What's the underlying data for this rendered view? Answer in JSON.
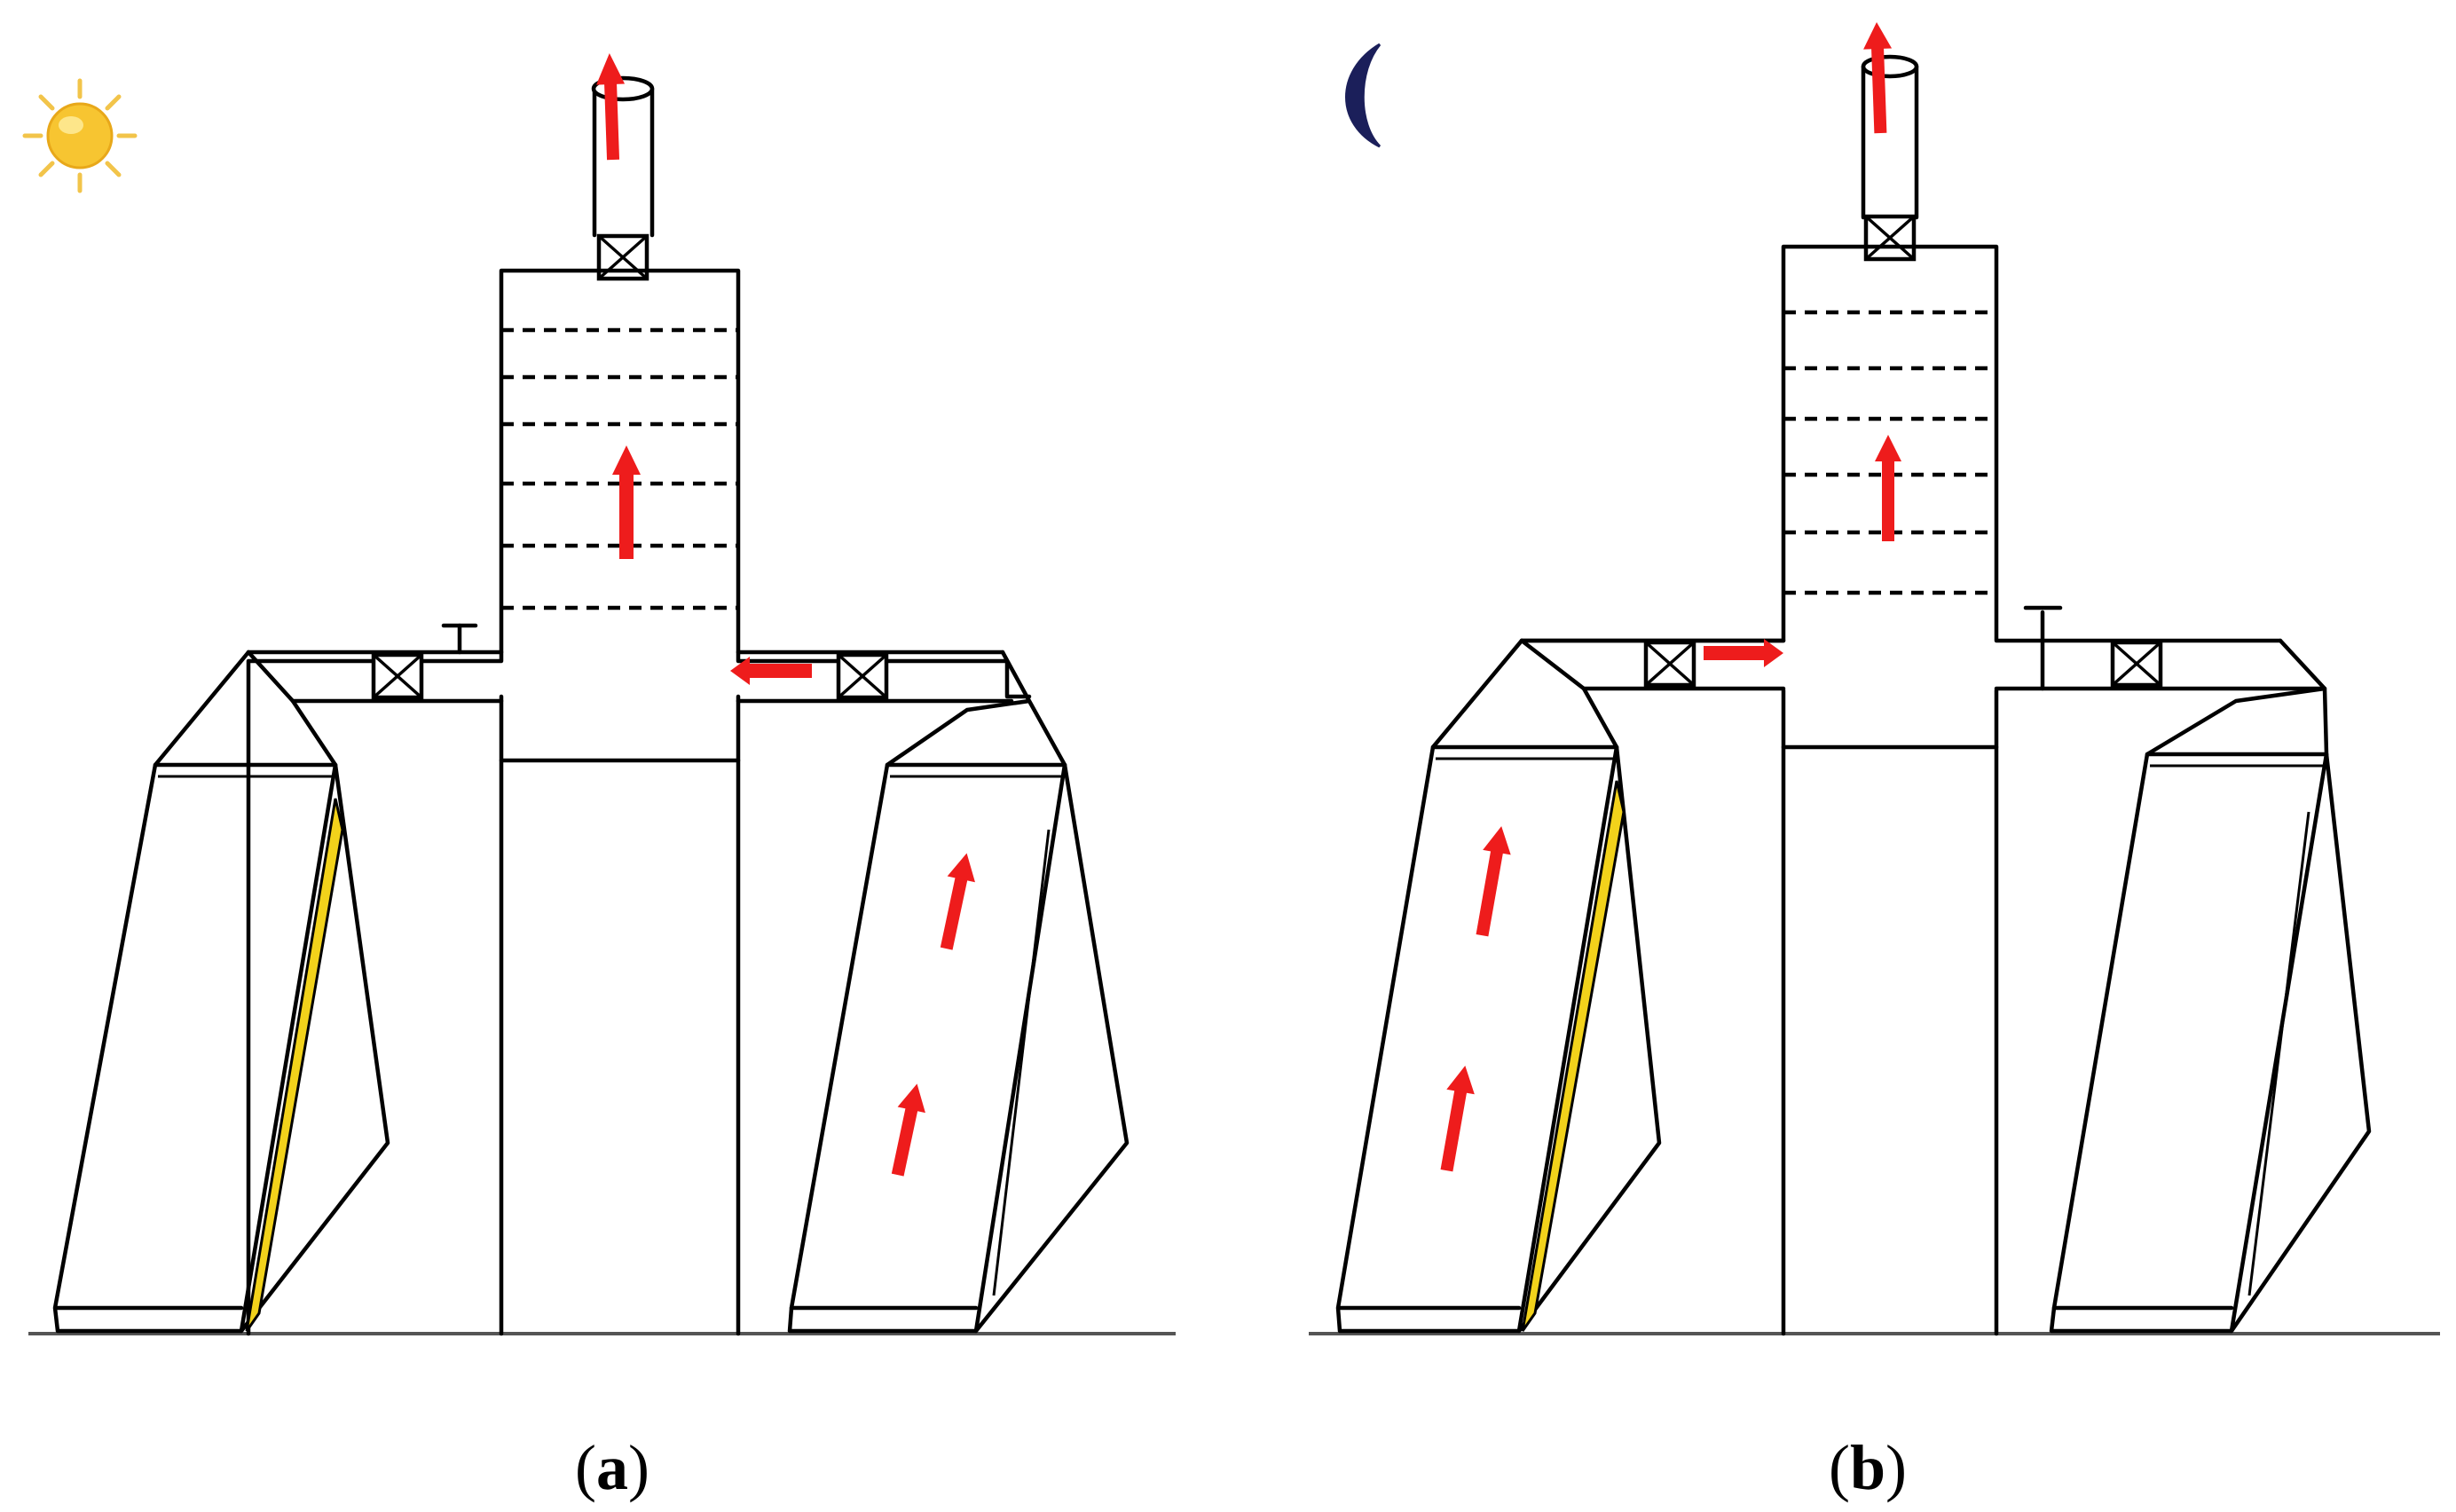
{
  "panels": [
    {
      "id": "a",
      "caption_open": "(",
      "caption_letter": "a",
      "caption_close": ")",
      "indicator": "sun-icon"
    },
    {
      "id": "b",
      "caption_open": "(",
      "caption_letter": "b",
      "caption_close": ")",
      "indicator": "moon-icon"
    }
  ],
  "colors": {
    "airflow_arrow": "#ee1c1c",
    "absorber_strip": "#f2d21b",
    "sun": "#f7c531",
    "moon": "#1b1f5a",
    "lines": "#000000"
  }
}
